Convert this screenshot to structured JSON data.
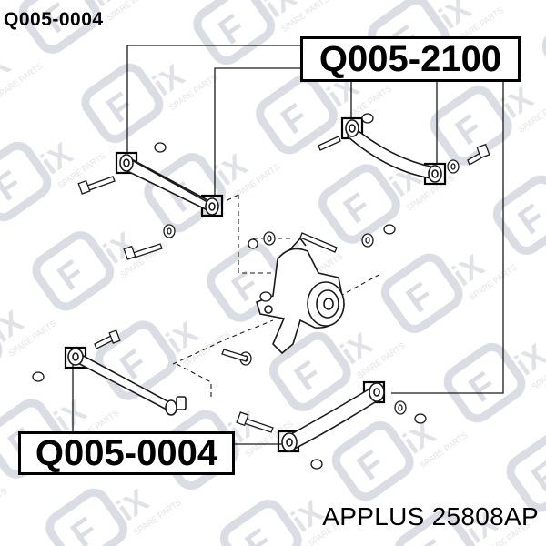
{
  "watermark": {
    "logo_text": "FIX",
    "tagline": "SPARE PARTS",
    "color": "#c9ccd6"
  },
  "part_numbers": {
    "top_left_ref": "Q005-0004",
    "upper_arm_box": "Q005-2100",
    "lower_arm_box": "Q005-0004"
  },
  "caption": "APPLUS 25808AP",
  "colors": {
    "ink": "#1a1a1a",
    "box_border": "#000000",
    "background": "#ffffff"
  }
}
